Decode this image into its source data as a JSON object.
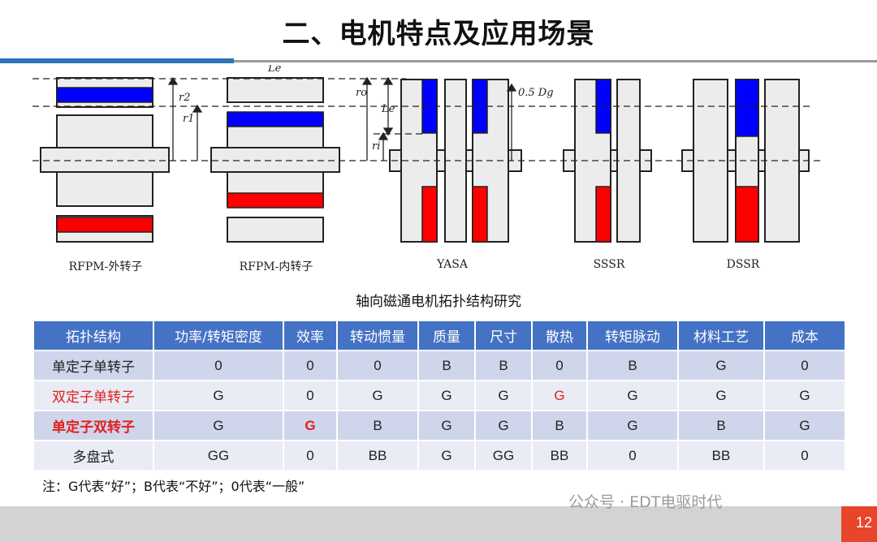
{
  "slide": {
    "title": "二、电机特点及应用场景",
    "page_number": "12",
    "watermark": "公众号 · EDT电驱时代",
    "colors": {
      "magnet_blue": "#0000ff",
      "magnet_red": "#ff0000",
      "header_blue": "#4472c4",
      "highlight_red": "#e0201b"
    }
  },
  "diagram": {
    "labels": [
      "RFPM-外转子",
      "RFPM-内转子",
      "YASA",
      "SSSR",
      "DSSR"
    ],
    "dim_labels": {
      "le_top": "Le",
      "r2": "r2",
      "r1": "r1",
      "ro": "ro",
      "le": "Le",
      "ri": "ri",
      "dg": "0.5 Dg"
    },
    "caption": "轴向磁通电机拓扑结构研究"
  },
  "table": {
    "headers": [
      "拓扑结构",
      "功率/转矩密度",
      "效率",
      "转动惯量",
      "质量",
      "尺寸",
      "散热",
      "转矩脉动",
      "材料工艺",
      "成本"
    ],
    "rows": [
      [
        "单定子单转子",
        "0",
        "0",
        "0",
        "B",
        "B",
        "0",
        "B",
        "G",
        "0"
      ],
      [
        "双定子单转子",
        "G",
        "0",
        "G",
        "G",
        "G",
        "G",
        "G",
        "G",
        "G"
      ],
      [
        "单定子双转子",
        "G",
        "G",
        "B",
        "G",
        "G",
        "B",
        "G",
        "B",
        "G"
      ],
      [
        "多盘式",
        "GG",
        "0",
        "BB",
        "G",
        "GG",
        "BB",
        "0",
        "BB",
        "0"
      ]
    ]
  },
  "note": "注：G代表“好”；B代表“不好”；0代表“一般”"
}
